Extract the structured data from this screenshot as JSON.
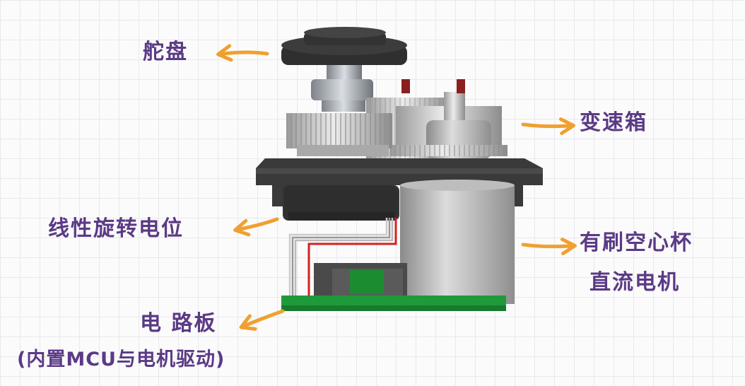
{
  "labels": {
    "servo_horn": "舵盘",
    "gearbox": "变速箱",
    "potentiometer": "线性旋转电位",
    "motor_line1": "有刷空心杯",
    "motor_line2": "直流电机",
    "board_line1": "电 路板",
    "board_line2": "(内置MCU与电机驱动)"
  },
  "colors": {
    "label_text": "#5b3a86",
    "arrow": "#f0a030",
    "housing": "#3d3d3d",
    "gear": "#c8c8c8",
    "motor_can": "#b9b9b9",
    "pcb": "#1e9a3a",
    "wire_red": "#d62020"
  }
}
